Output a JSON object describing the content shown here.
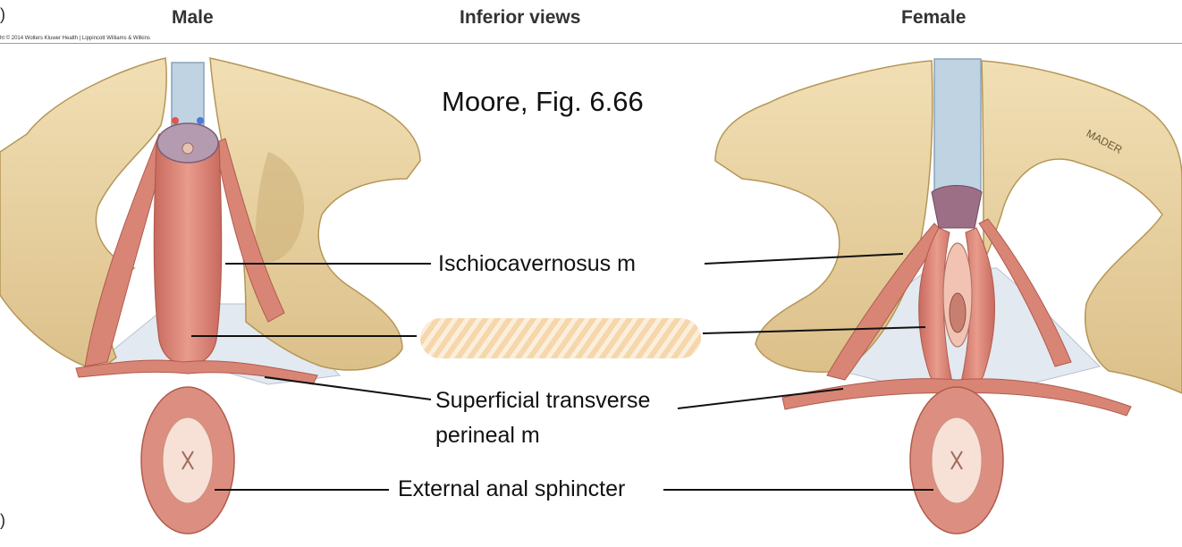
{
  "header": {
    "left_paren": ")",
    "male": "Male",
    "center": "Inferior views",
    "female": "Female",
    "copyright": "ht © 2014 Wolters Kluwer Health | Lippincott Williams & Wilkins"
  },
  "figure_ref": "Moore, Fig. 6.66",
  "labels": {
    "ischiocavernosus": "Ischiocavernosus m",
    "superficial_transverse_line1": "Superficial transverse",
    "superficial_transverse_line2": "perineal m",
    "external_anal_sphincter": "External anal sphincter",
    "hidden_label": ""
  },
  "artist_signature": "MADER",
  "bottom_paren": ")",
  "colors": {
    "bone": "#e9d2a0",
    "bone_shadow": "#c8aa6a",
    "muscle": "#dc8a7c",
    "muscle_dark": "#b9584c",
    "membrane": "#dfe6ee",
    "urethra_tube": "#b9cfe0",
    "blank_label": "#f6d7ab"
  }
}
